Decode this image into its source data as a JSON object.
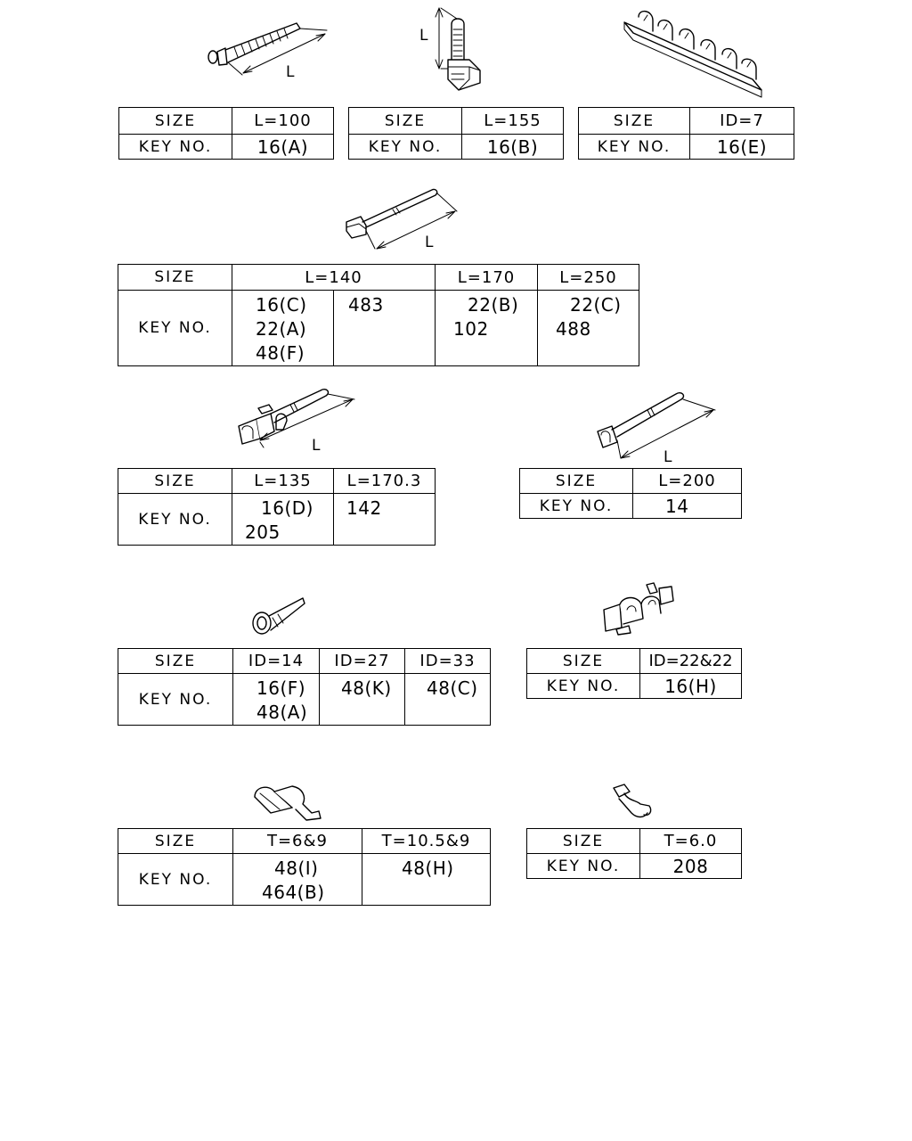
{
  "dimension_label": "L",
  "row_labels": {
    "size": "SIZE",
    "key_no": "KEY NO."
  },
  "tables": [
    {
      "id": "t1",
      "sizes": [
        "L=100"
      ],
      "keys": [
        [
          "16(A)"
        ]
      ]
    },
    {
      "id": "t2",
      "sizes": [
        "L=155"
      ],
      "keys": [
        [
          "16(B)"
        ]
      ]
    },
    {
      "id": "t3",
      "sizes": [
        "ID=7"
      ],
      "keys": [
        [
          "16(E)"
        ]
      ]
    },
    {
      "id": "t4",
      "sizes": [
        "L=140",
        "L=170",
        "L=250"
      ],
      "keys": [
        [
          "16(C)",
          "22(A)",
          "48(F)"
        ],
        [
          "483"
        ],
        [
          "22(B)",
          "102"
        ],
        [
          "22(C)",
          "488"
        ]
      ]
    },
    {
      "id": "t5",
      "sizes": [
        "L=135",
        "L=170.3"
      ],
      "keys": [
        [
          "16(D)",
          "205"
        ],
        [
          "142"
        ]
      ]
    },
    {
      "id": "t6",
      "sizes": [
        "L=200"
      ],
      "keys": [
        [
          "14"
        ]
      ]
    },
    {
      "id": "t7",
      "sizes": [
        "ID=14",
        "ID=27",
        "ID=33"
      ],
      "keys": [
        [
          "16(F)",
          "48(A)"
        ],
        [
          "48(K)"
        ],
        [
          "48(C)"
        ]
      ]
    },
    {
      "id": "t8",
      "sizes": [
        "ID=22&22"
      ],
      "keys": [
        [
          "16(H)"
        ]
      ]
    },
    {
      "id": "t9",
      "sizes": [
        "T=6&9",
        "T=10.5&9"
      ],
      "keys": [
        [
          "48(I)",
          "464(B)"
        ],
        [
          "48(H)"
        ]
      ]
    },
    {
      "id": "t10",
      "sizes": [
        "T=6.0"
      ],
      "keys": [
        [
          "208"
        ]
      ]
    }
  ]
}
